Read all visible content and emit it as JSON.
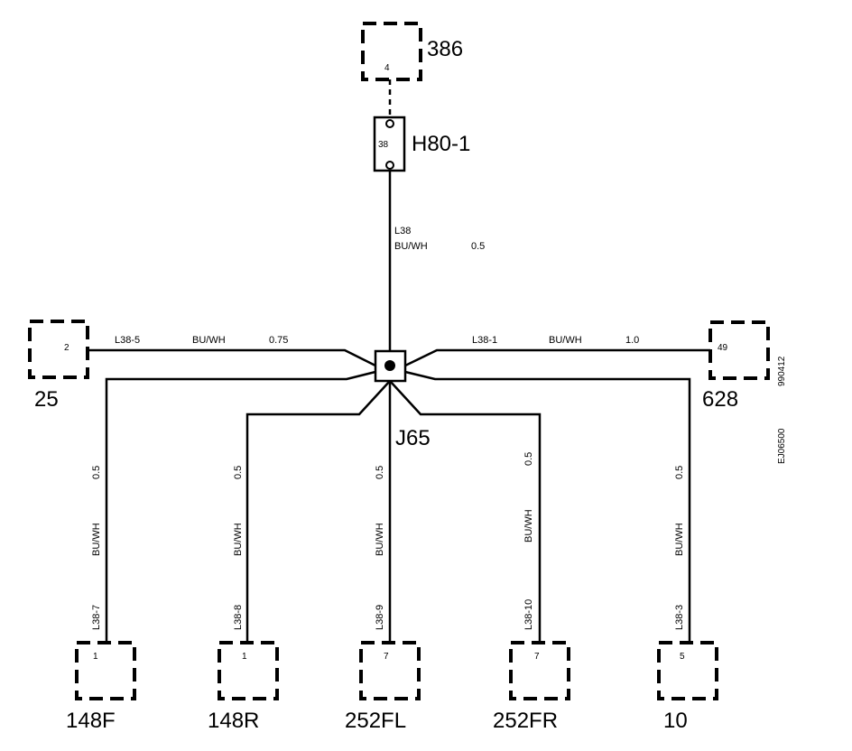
{
  "connectors": {
    "c386": {
      "label": "386",
      "pin": "4"
    },
    "c25": {
      "label": "25",
      "pin": "2"
    },
    "c628": {
      "label": "628",
      "pin": "49"
    },
    "c148f": {
      "label": "148F",
      "pin": "1"
    },
    "c148r": {
      "label": "148R",
      "pin": "1"
    },
    "c252fl": {
      "label": "252FL",
      "pin": "7"
    },
    "c252fr": {
      "label": "252FR",
      "pin": "7"
    },
    "c10": {
      "label": "10",
      "pin": "5"
    }
  },
  "h80": {
    "label": "H80-1",
    "pin": "38"
  },
  "splice": {
    "label": "J65"
  },
  "wires": {
    "top": {
      "id": "L38",
      "color": "BU/WH",
      "size": "0.5"
    },
    "left": {
      "id": "L38-5",
      "color": "BU/WH",
      "size": "0.75"
    },
    "right": {
      "id": "L38-1",
      "color": "BU/WH",
      "size": "1.0"
    },
    "d1": {
      "id": "L38-7",
      "color": "BU/WH",
      "size": "0.5"
    },
    "d2": {
      "id": "L38-8",
      "color": "BU/WH",
      "size": "0.5"
    },
    "d3": {
      "id": "L38-9",
      "color": "BU/WH",
      "size": "0.5"
    },
    "d4": {
      "id": "L38-10",
      "color": "BU/WH",
      "size": "0.5"
    },
    "d5": {
      "id": "L38-3",
      "color": "BU/WH",
      "size": "0.5"
    }
  },
  "side_codes": {
    "code1": "990412",
    "code2": "EJ06500"
  }
}
